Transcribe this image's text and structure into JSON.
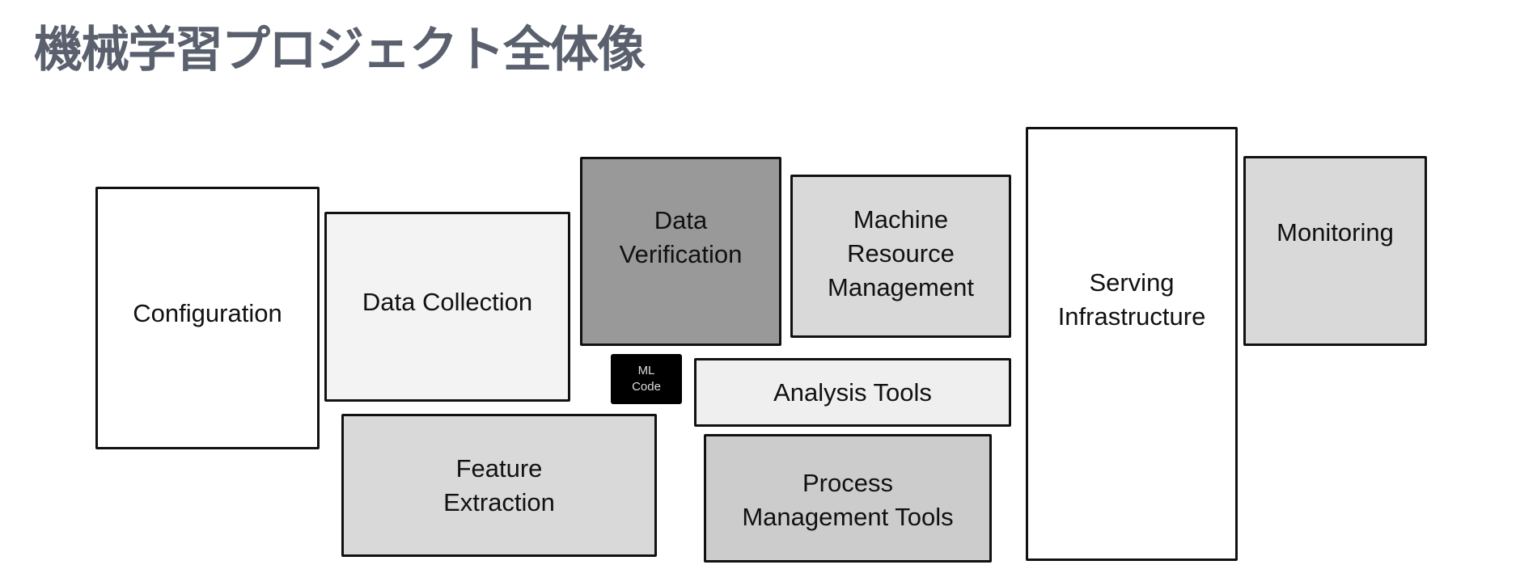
{
  "title": "機械学習プロジェクト全体像",
  "diagram": {
    "components": [
      {
        "id": "configuration",
        "label": "Configuration",
        "fill": "#ffffff"
      },
      {
        "id": "data-collection",
        "label": "Data Collection",
        "fill": "#f3f3f3"
      },
      {
        "id": "data-verification",
        "label": "Data\nVerification",
        "fill": "#999999"
      },
      {
        "id": "machine-resource-management",
        "label": "Machine\nResource\nManagement",
        "fill": "#d9d9d9"
      },
      {
        "id": "serving-infrastructure",
        "label": "Serving\nInfrastructure",
        "fill": "#ffffff"
      },
      {
        "id": "monitoring",
        "label": "Monitoring",
        "fill": "#d9d9d9"
      },
      {
        "id": "ml-code",
        "label": "ML\nCode",
        "fill": "#000000"
      },
      {
        "id": "analysis-tools",
        "label": "Analysis Tools",
        "fill": "#efefef"
      },
      {
        "id": "feature-extraction",
        "label": "Feature\nExtraction",
        "fill": "#d9d9d9"
      },
      {
        "id": "process-management-tools",
        "label": "Process\nManagement Tools",
        "fill": "#cccccc"
      }
    ]
  },
  "colors": {
    "title": "#5a606d",
    "border": "#111111",
    "text": "#111111"
  }
}
